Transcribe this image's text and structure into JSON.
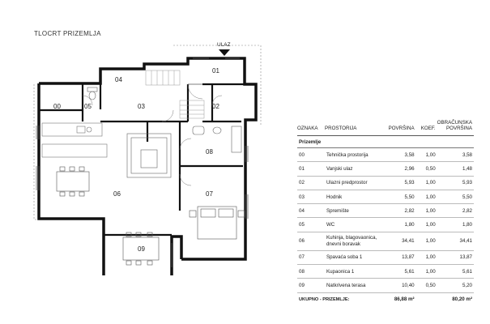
{
  "plan_title": "TLOCRT PRIZEMLJA",
  "entrance_label": "ULAZ",
  "rooms": [
    {
      "id": "00"
    },
    {
      "id": "01"
    },
    {
      "id": "02"
    },
    {
      "id": "03"
    },
    {
      "id": "04"
    },
    {
      "id": "05"
    },
    {
      "id": "06"
    },
    {
      "id": "07"
    },
    {
      "id": "08"
    },
    {
      "id": "09"
    }
  ],
  "table": {
    "headers": {
      "oznaka": "OZNAKA",
      "prostorija": "PROSTORIJA",
      "povrsina": "POVRŠINA",
      "koef": "KOEF.",
      "obracunska_1": "OBRAČUNSKA",
      "obracunska_2": "POVRŠINA"
    },
    "section": "Prizemlje",
    "rows": [
      {
        "oznaka": "00",
        "prostorija": "Tehnička prostorija",
        "povrsina": "3,58",
        "koef": "1,00",
        "obracunska": "3,58"
      },
      {
        "oznaka": "01",
        "prostorija": "Vanjski ulaz",
        "povrsina": "2,96",
        "koef": "0,50",
        "obracunska": "1,48"
      },
      {
        "oznaka": "02",
        "prostorija": "Ulazni predprostor",
        "povrsina": "5,93",
        "koef": "1,00",
        "obracunska": "5,93"
      },
      {
        "oznaka": "03",
        "prostorija": "Hodnik",
        "povrsina": "5,50",
        "koef": "1,00",
        "obracunska": "5,50"
      },
      {
        "oznaka": "04",
        "prostorija": "Spremište",
        "povrsina": "2,82",
        "koef": "1,00",
        "obracunska": "2,82"
      },
      {
        "oznaka": "05",
        "prostorija": "WC",
        "povrsina": "1,80",
        "koef": "1,00",
        "obracunska": "1,80"
      },
      {
        "oznaka": "06",
        "prostorija_1": "Kuhinja, blagovaonica,",
        "prostorija_2": "dnevni boravak",
        "povrsina": "34,41",
        "koef": "1,00",
        "obracunska": "34,41"
      },
      {
        "oznaka": "07",
        "prostorija": "Spavaća soba 1",
        "povrsina": "13,87",
        "koef": "1,00",
        "obracunska": "13,87"
      },
      {
        "oznaka": "08",
        "prostorija": "Kupaonica 1",
        "povrsina": "5,61",
        "koef": "1,00",
        "obracunska": "5,61"
      },
      {
        "oznaka": "09",
        "prostorija": "Natkrivena terasa",
        "povrsina": "10,40",
        "koef": "0,50",
        "obracunska": "5,20"
      }
    ],
    "total": {
      "label": "UKUPNO - PRIZEMLJE:",
      "povrsina": "86,88 m²",
      "obracunska": "80,20 m²"
    }
  }
}
